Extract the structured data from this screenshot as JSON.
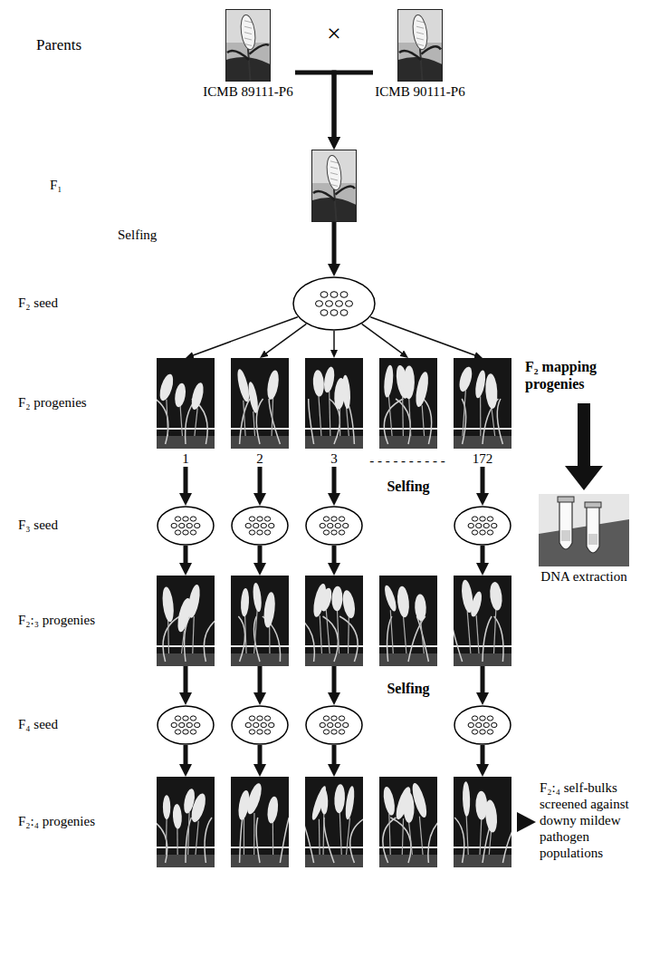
{
  "diagram": {
    "nodes": [
      {
        "text": [
          "ICMB 89111-P6"
        ]
      },
      {
        "text": [
          "ICMB 90111-P6"
        ]
      },
      {
        "text": []
      },
      {
        "text": []
      },
      {
        "text": [
          "1"
        ]
      },
      {
        "text": [
          "2"
        ]
      },
      {
        "text": [
          "3"
        ]
      },
      {
        "text": []
      },
      {
        "text": [
          "172"
        ]
      },
      {
        "text": []
      },
      {
        "text": []
      },
      {
        "text": []
      },
      {
        "text": []
      },
      {
        "text": [
          "DNA extraction"
        ]
      },
      {
        "text": []
      },
      {
        "text": []
      },
      {
        "text": []
      },
      {
        "text": []
      },
      {
        "text": []
      },
      {
        "text": []
      },
      {
        "text": []
      },
      {
        "text": []
      },
      {
        "text": []
      },
      {
        "text": []
      },
      {
        "text": []
      },
      {
        "text": []
      },
      {
        "text": []
      },
      {
        "text": []
      }
    ],
    "edges": [
      {
        "from": 0,
        "to": 2,
        "arrow": "to"
      },
      {
        "from": 1,
        "to": 2,
        "arrow": "to"
      },
      {
        "from": 2,
        "to": 3,
        "arrow": "to"
      },
      {
        "from": 3,
        "to": 4,
        "arrow": "to"
      },
      {
        "from": 3,
        "to": 5,
        "arrow": "to"
      },
      {
        "from": 3,
        "to": 6,
        "arrow": "to"
      },
      {
        "from": 3,
        "to": 7,
        "arrow": "to"
      },
      {
        "from": 3,
        "to": 8,
        "arrow": "to"
      },
      {
        "from": 4,
        "to": 9,
        "arrow": "to"
      },
      {
        "from": 5,
        "to": 10,
        "arrow": "to"
      },
      {
        "from": 6,
        "to": 11,
        "arrow": "to"
      },
      {
        "from": 8,
        "to": 12,
        "arrow": "to"
      },
      {
        "from": 9,
        "to": 14,
        "arrow": "to"
      },
      {
        "from": 10,
        "to": 15,
        "arrow": "to"
      },
      {
        "from": 11,
        "to": 16,
        "arrow": "to"
      },
      {
        "from": 12,
        "to": 18,
        "arrow": "to"
      },
      {
        "from": 14,
        "to": 19,
        "arrow": "to"
      },
      {
        "from": 15,
        "to": 20,
        "arrow": "to"
      },
      {
        "from": 16,
        "to": 21,
        "arrow": "to"
      },
      {
        "from": 18,
        "to": 22,
        "arrow": "to"
      },
      {
        "from": 19,
        "to": 23,
        "arrow": "to"
      },
      {
        "from": 20,
        "to": 24,
        "arrow": "to"
      },
      {
        "from": 21,
        "to": 25,
        "arrow": "to"
      },
      {
        "from": 22,
        "to": 27,
        "arrow": "to"
      }
    ],
    "labels": [
      "Parents",
      "×",
      "F₁",
      "Selfing",
      "F₂ seed",
      "F₂ progenies",
      "- - - - - - - - - -",
      "F₂ mapping progenies",
      "Selfing",
      "F₃ seed",
      "F₂:₃ progenies",
      "Selfing",
      "F₄ seed",
      "F₂:₄ progenies",
      "F₂:₄ self-bulks screened against downy mildew pathogen populations"
    ]
  }
}
